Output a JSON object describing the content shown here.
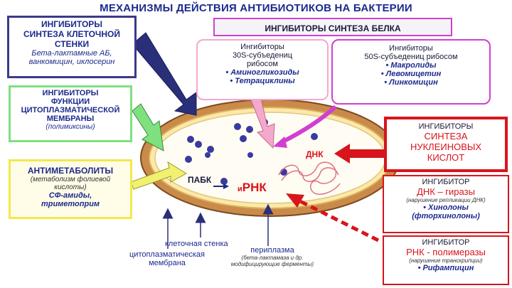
{
  "title": "МЕХАНИЗМЫ ДЕЙСТВИЯ АНТИБИОТИКОВ НА БАКТЕРИИ",
  "cell_wall_box": {
    "line1": "ИНГИБИТОРЫ",
    "line2": "СИНТЕЗА КЛЕТОЧНОЙ",
    "line3": "СТЕНКИ",
    "drugs1": "Бета-лактамные АБ,",
    "drugs2": "ванкомицин, иклосерин"
  },
  "membrane_box": {
    "line1": "ИНГИБИТОРЫ",
    "line2": "ФУНКЦИИ",
    "line3": "ЦИТОПЛАЗМАТИЧЕСКОЙ",
    "line4": "МЕМБРАНЫ",
    "drugs": "(полимиксины)"
  },
  "antimetabolite_box": {
    "title": "АНТИМЕТАБОЛИТЫ",
    "note1": "(метаболизм фолиевой",
    "note2": "кислоты)",
    "drugs1": "СФ-амиды,",
    "drugs2": "триметоприм"
  },
  "protein_header": "ИНГИБИТОРЫ СИНТЕЗА БЕЛКА",
  "ribo30s_box": {
    "line1": "Ингибиторы",
    "line2": "30S-субъедениц",
    "line3": "рибосом",
    "drug1": "• Аминогликозиды",
    "drug2": "• Тетрациклины"
  },
  "ribo50s_box": {
    "line1": "Ингибиторы",
    "line2": "50S-субъедениц рибосом",
    "drug1": "• Макролиды",
    "drug2": "• Левомицетин",
    "drug3": "• Линкомицин"
  },
  "nucleic_box": {
    "line1": "ИНГИБИТОРЫ",
    "line2": "СИНТЕЗА",
    "line3": "НУКЛЕИНОВЫХ",
    "line4": "КИСЛОТ"
  },
  "gyrase_box": {
    "line1": "ИНГИБИТОР",
    "line2": "ДНК – гиразы",
    "note": "(нарушение репликации ДНК)",
    "drug1": "• Хинолоны",
    "drug2": "(фторхинолоны)"
  },
  "rnapol_box": {
    "line1": "ИНГИБИТОР",
    "line2": "РНК - полимеразы",
    "note": "(нарушение транскрипции)",
    "drug1": "• Рифампицин"
  },
  "cell_labels": {
    "dna": "ДНК",
    "pabk": "ПАБК",
    "mrna_prefix": "и",
    "mrna": "РНК"
  },
  "bottom_labels": {
    "membrane1": "цитоплазматическая",
    "membrane2": "мембрана",
    "wall": "клеточная стенка",
    "periplasm": "периплазма",
    "periplasm_note1": "(бета-лактамаза и др.",
    "periplasm_note2": "модифицирующие ферменты)"
  },
  "colors": {
    "title_blue": "#1c2a8c",
    "red": "#d8141c",
    "cell_wall_brown": "#8b5a2b",
    "cell_fill": "#fdf6d6",
    "ribosome": "#3a3aa0",
    "arrow_navy": "#2a2f7a",
    "arrow_green": "#7fe07f",
    "arrow_yellow": "#f2f070",
    "arrow_pink": "#f4a8cc",
    "arrow_magenta": "#d040d0"
  }
}
